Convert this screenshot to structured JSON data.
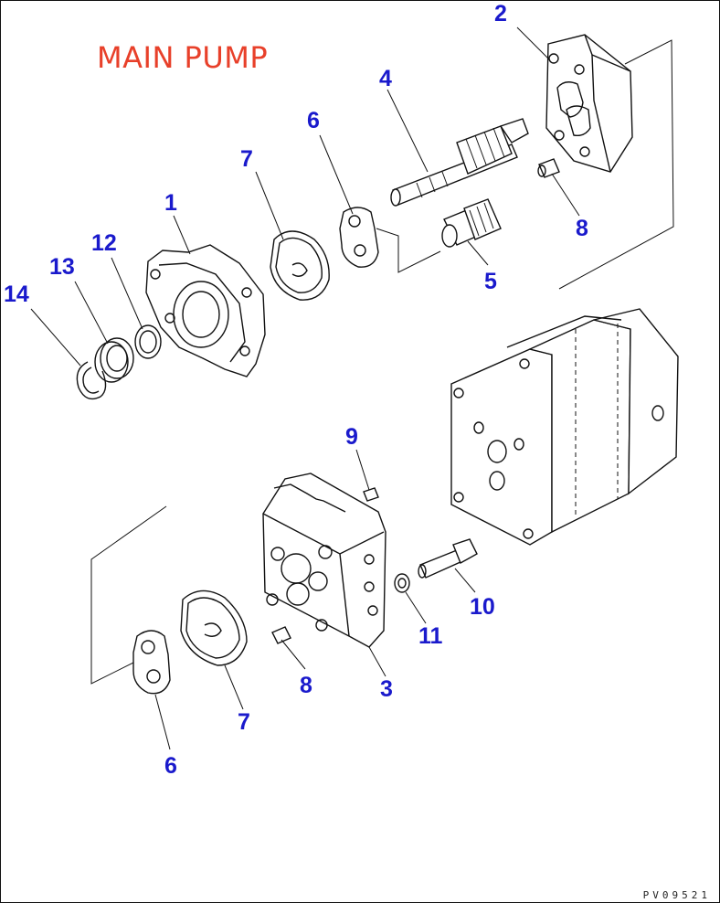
{
  "title": "MAIN PUMP",
  "drawing_code": "PV09521",
  "colors": {
    "title": "#e8402a",
    "callout": "#1a1acc",
    "line": "#111111"
  },
  "callouts": [
    {
      "id": "c1",
      "text": "1"
    },
    {
      "id": "c2",
      "text": "2"
    },
    {
      "id": "c3",
      "text": "3"
    },
    {
      "id": "c4",
      "text": "4"
    },
    {
      "id": "c5",
      "text": "5"
    },
    {
      "id": "c6a",
      "text": "6"
    },
    {
      "id": "c6b",
      "text": "6"
    },
    {
      "id": "c7a",
      "text": "7"
    },
    {
      "id": "c7b",
      "text": "7"
    },
    {
      "id": "c8a",
      "text": "8"
    },
    {
      "id": "c8b",
      "text": "8"
    },
    {
      "id": "c9",
      "text": "9"
    },
    {
      "id": "c10",
      "text": "10"
    },
    {
      "id": "c11",
      "text": "11"
    },
    {
      "id": "c12",
      "text": "12"
    },
    {
      "id": "c13",
      "text": "13"
    },
    {
      "id": "c14",
      "text": "14"
    }
  ]
}
